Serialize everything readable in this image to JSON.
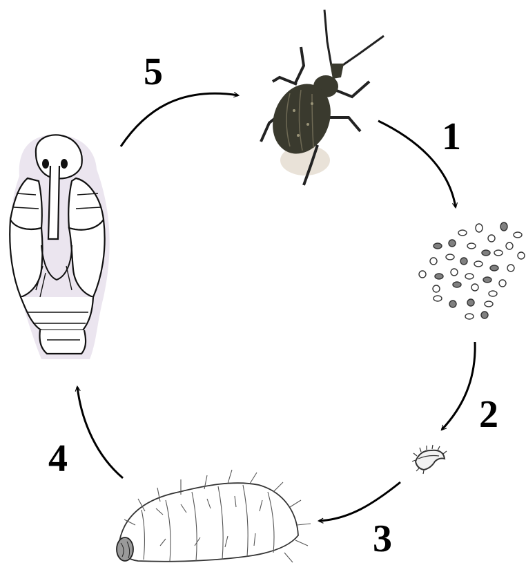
{
  "diagram": {
    "stage_labels": [
      "1",
      "2",
      "3",
      "4",
      "5"
    ],
    "stages": [
      {
        "icon": "adult-weevil-icon"
      },
      {
        "icon": "eggs-icon"
      },
      {
        "icon": "young-larva-icon"
      },
      {
        "icon": "mature-larva-icon"
      },
      {
        "icon": "pupa-icon"
      }
    ],
    "colors": {
      "ink": "#000000",
      "egg_shaded": "#808080",
      "weevil_body": "#3a3a2e",
      "weevil_shadow": "#e9e2d8",
      "pupa_shadow": "#ebe5ef",
      "larva_head": "#9a9a9a"
    }
  }
}
